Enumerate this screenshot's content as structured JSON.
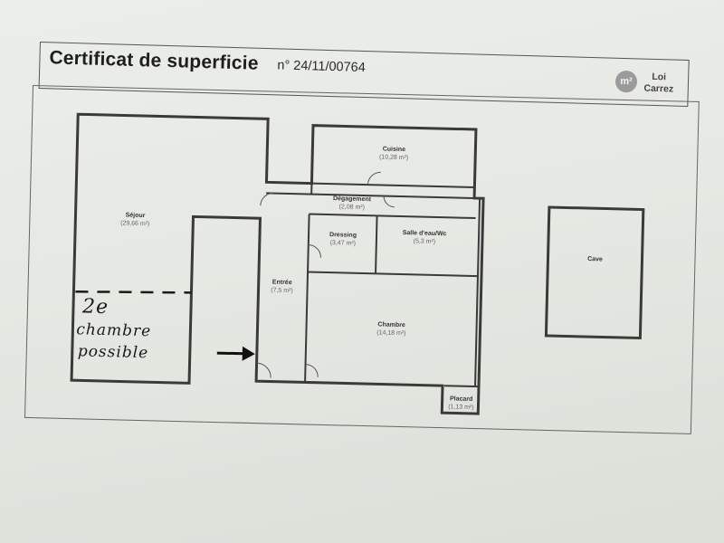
{
  "header": {
    "title": "Certificat de superficie",
    "certificate_number": "n° 24/11/00764",
    "badge_symbol": "m²",
    "badge_label_line1": "Loi",
    "badge_label_line2": "Carrez"
  },
  "rooms": [
    {
      "name": "Séjour",
      "area": "(29,66 m²)"
    },
    {
      "name": "Cuisine",
      "area": "(10,28 m²)"
    },
    {
      "name": "Dégagement",
      "area": "(2,08 m²)"
    },
    {
      "name": "Dressing",
      "area": "(3,47 m²)"
    },
    {
      "name": "Salle d'eau/Wc",
      "area": "(5,3 m²)"
    },
    {
      "name": "Entrée",
      "area": "(7,5 m²)"
    },
    {
      "name": "Chambre",
      "area": "(14,18 m²)"
    },
    {
      "name": "Placard",
      "area": "(1,13 m²)"
    },
    {
      "name": "Cave",
      "area": ""
    }
  ],
  "handwritten_note": {
    "line1": "2e",
    "line2": "chambre",
    "line3": "possible"
  },
  "colors": {
    "wall": "#3a3a3a",
    "ink": "#1a1a1a"
  }
}
